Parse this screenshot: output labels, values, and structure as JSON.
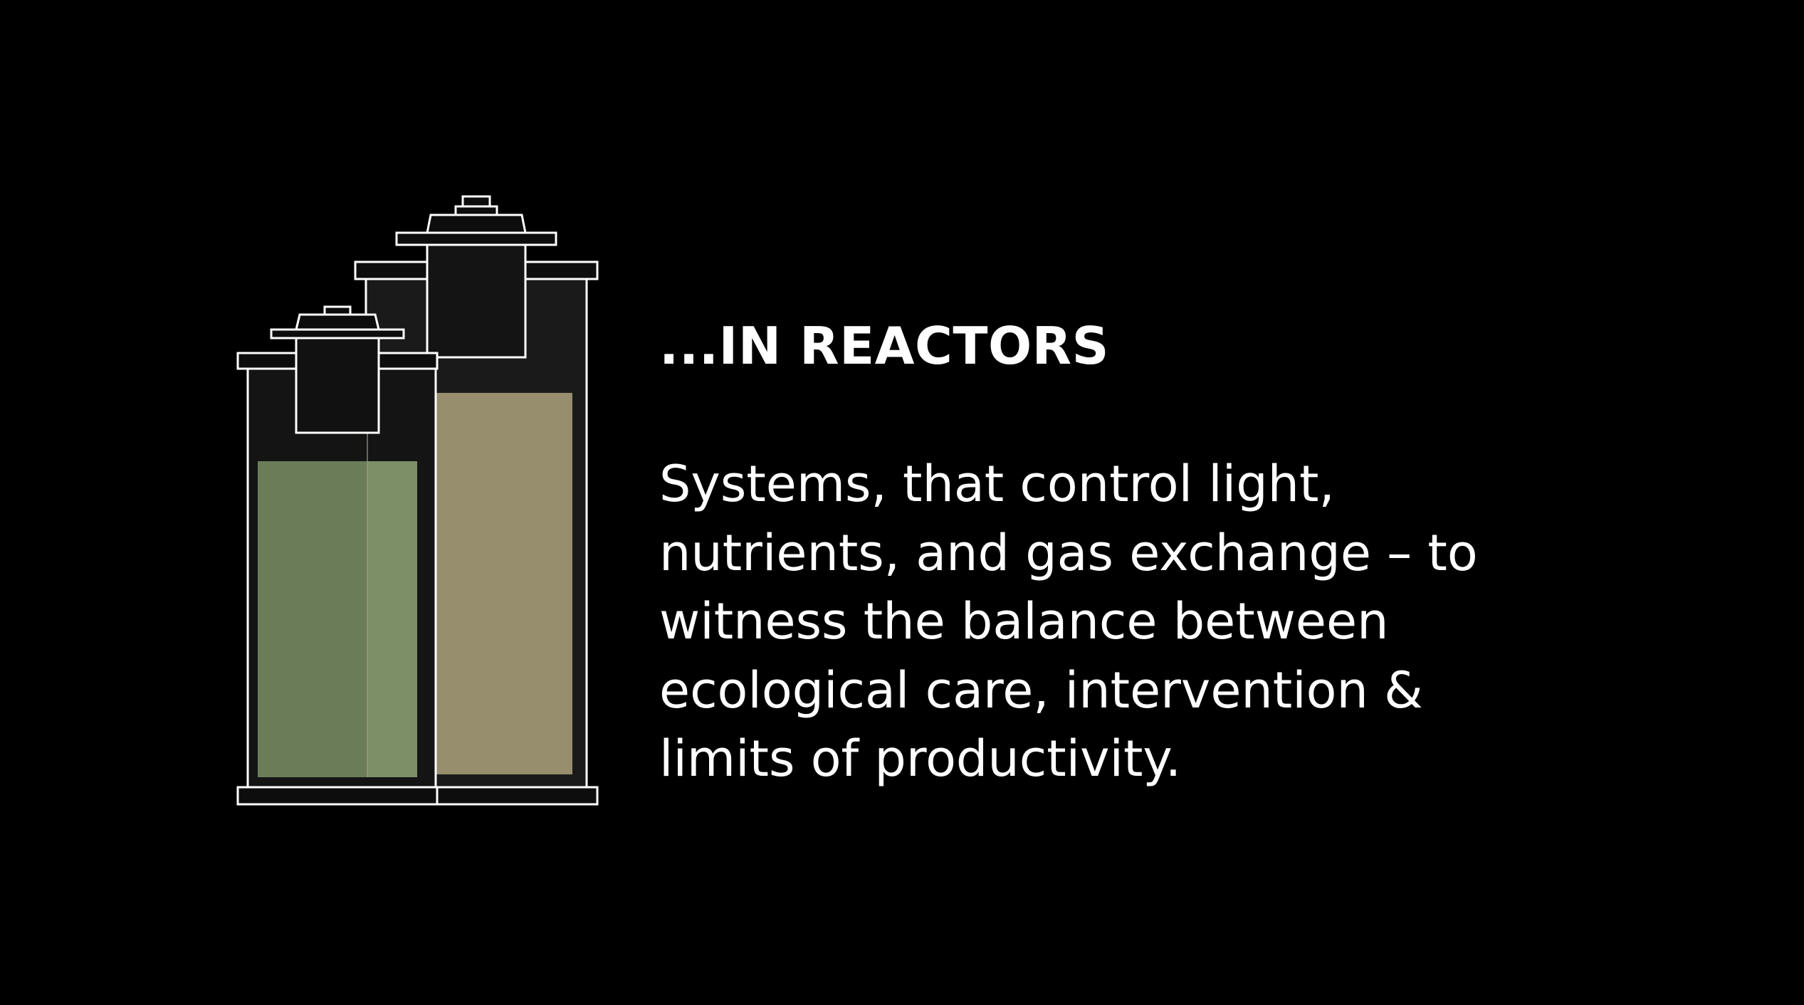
{
  "heading": "...IN REACTORS",
  "body_lines": [
    "Systems, that control light,",
    "nutrients, and gas exchange – to",
    "witness the balance between",
    "ecological care, intervention &",
    "limits of productivity."
  ],
  "icons": {
    "illustration": "reactor-vessels-icon"
  },
  "colors": {
    "background": "#000000",
    "text": "#ffffff",
    "outline": "#ffffff",
    "green_culture": "#6b7d58",
    "olive_culture": "#968e6c",
    "vessel_interior": "#1a1a1a"
  }
}
